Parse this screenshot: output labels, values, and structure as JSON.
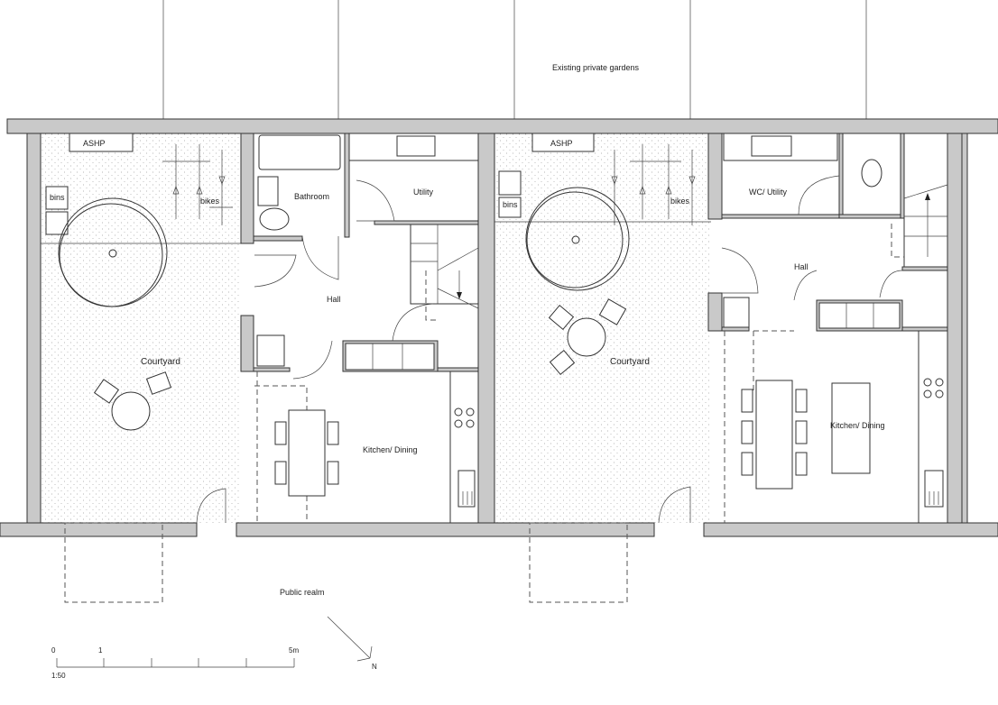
{
  "plan": {
    "gardens_label": "Existing private gardens",
    "public_realm_label": "Public realm",
    "units": [
      {
        "ashp": "ASHP",
        "bins": "bins",
        "bikes": "bikes",
        "bathroom": "Bathroom",
        "utility": "Utility",
        "hall": "Hall",
        "courtyard": "Courtyard",
        "kitchen": "Kitchen/ Dining"
      },
      {
        "ashp": "ASHP",
        "bins": "bins",
        "bikes": "bikes",
        "wc_utility": "WC/ Utility",
        "hall": "Hall",
        "courtyard": "Courtyard",
        "kitchen": "Kitchen/ Dining"
      }
    ],
    "scale_bar": {
      "ticks": [
        "0",
        "1",
        "5m"
      ],
      "scale": "1:50"
    },
    "north": "N"
  }
}
